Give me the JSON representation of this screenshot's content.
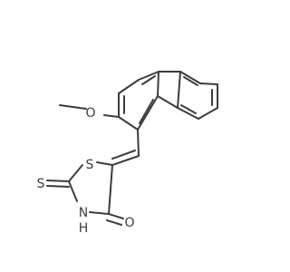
{
  "molecule": {
    "atoms": {
      "methoxy_o": "O",
      "ring_s": "S",
      "thione_s": "S",
      "nh": "N",
      "h": "H",
      "carbonyl_o": "O"
    },
    "colors": {
      "bond": "#3c3c3c",
      "background": "#ffffff"
    }
  }
}
